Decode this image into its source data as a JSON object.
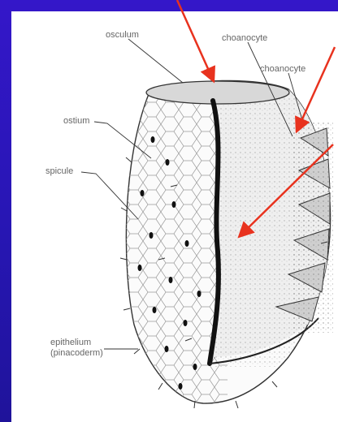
{
  "labels": {
    "osculum": "osculum",
    "choanocyte_1": "choanocyte",
    "choanocyte_2": "choanocyte",
    "ostium": "ostium",
    "spicule": "spicule",
    "epithelium_line1": "epithelium",
    "epithelium_line2": "(pinacoderm)"
  },
  "colors": {
    "background": "#2a1aa8",
    "panel": "#ffffff",
    "arrow": "#e8321e",
    "line": "#222222"
  }
}
